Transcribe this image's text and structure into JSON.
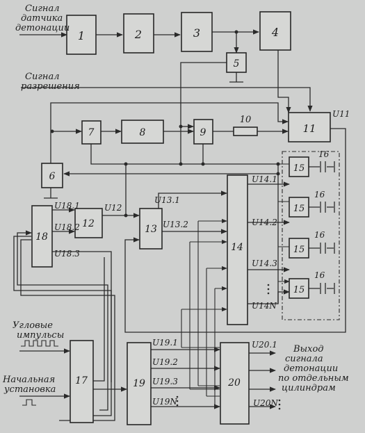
{
  "diagram": {
    "blocks": [
      "1",
      "2",
      "3",
      "4",
      "5",
      "6",
      "7",
      "8",
      "9",
      "10",
      "11",
      "12",
      "13",
      "14",
      "15",
      "16",
      "17",
      "18",
      "19",
      "20"
    ],
    "signals": {
      "knock_sensor": [
        "Сигнал",
        "датчика",
        "детонации"
      ],
      "enable": [
        "Сигнал",
        "разрешения"
      ],
      "angle_pulses": [
        "Угловые",
        "импульсы"
      ],
      "initial_setup": [
        "Начальная",
        "установка"
      ],
      "output": [
        "Выход",
        "сигнала",
        "детонации",
        "по отдельным",
        "цилиндрам"
      ]
    },
    "labels": {
      "u11": "U11",
      "u12": "U12",
      "u13_1": "U13.1",
      "u13_2": "U13.2",
      "u14_1": "U14.1",
      "u14_2": "U14.2",
      "u14_3": "U14.3",
      "u14_n": "U14N",
      "u18_1": "U18.1",
      "u18_2": "U18.2",
      "u18_3": "U18.3",
      "u19_1": "U19.1",
      "u19_2": "U19.2",
      "u19_3": "U19.3",
      "u19_n": "U19N",
      "u20_1": "U20.1",
      "u20_n": "U20N"
    }
  }
}
